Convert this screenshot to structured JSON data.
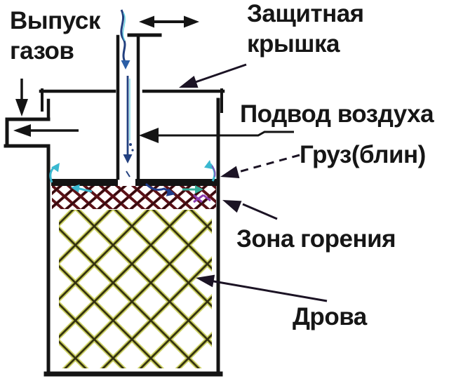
{
  "diagram": {
    "labels": {
      "gas_outlet": "Выпуск газов",
      "protective_cover": "Защитная крышка",
      "air_supply": "Подвод воздуха",
      "weight": "Груз(блин)",
      "burning_zone": "Зона горения",
      "firewood": "Дрова"
    },
    "colors": {
      "line_black": "#141414",
      "flow_cyan": "#3ab8d0",
      "flow_navy": "#23407f",
      "ember_red": "#5a1016",
      "wood_yellow": "#cbd05f",
      "wood_dark": "#33300f",
      "accent_purple": "#8b3bae",
      "background": "#ffffff"
    },
    "icons": {
      "down_arrow": "down-arrow-icon",
      "left_arrow": "left-arrow-icon",
      "double_horizontal_arrow": "double-horizontal-arrow-icon",
      "air_flow_arrow": "air-flow-arrow-icon",
      "label_pointer_arrow": "pointer-arrow-icon"
    }
  }
}
